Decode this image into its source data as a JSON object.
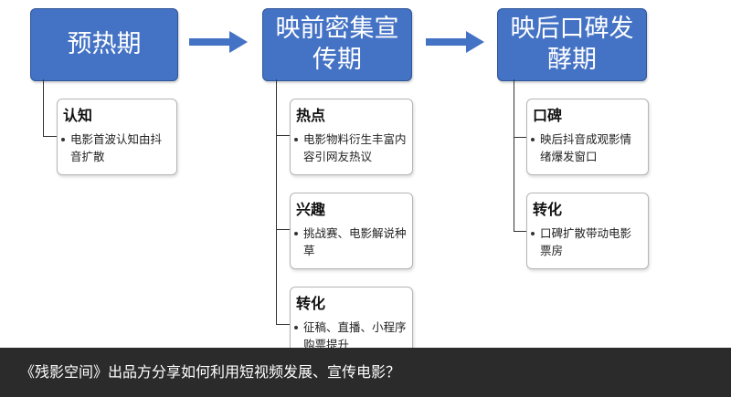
{
  "phases": [
    {
      "line1": "预热期",
      "line2": ""
    },
    {
      "line1": "映前密集宣",
      "line2": "传期"
    },
    {
      "line1": "映后口碑发",
      "line2": "酵期"
    }
  ],
  "cards": {
    "c1": {
      "head": "认知",
      "body": "电影首波认知由抖音扩散"
    },
    "c2": {
      "head": "热点",
      "body": "电影物料衍生丰富内容引网友热议"
    },
    "c3": {
      "head": "兴趣",
      "body": "挑战赛、电影解说种草"
    },
    "c4": {
      "head": "转化",
      "body": "征稿、直播、小程序购票提升"
    },
    "c5": {
      "head": "口碑",
      "body": "映后抖音成观影情绪爆发窗口"
    },
    "c6": {
      "head": "转化",
      "body": "口碑扩散带动电影票房"
    }
  },
  "caption": "《残影空间》出品方分享如何利用短视频发展、宣传电影？",
  "colors": {
    "phase_fill": "#4472c4",
    "caption_bg": "#2b2b2b"
  }
}
